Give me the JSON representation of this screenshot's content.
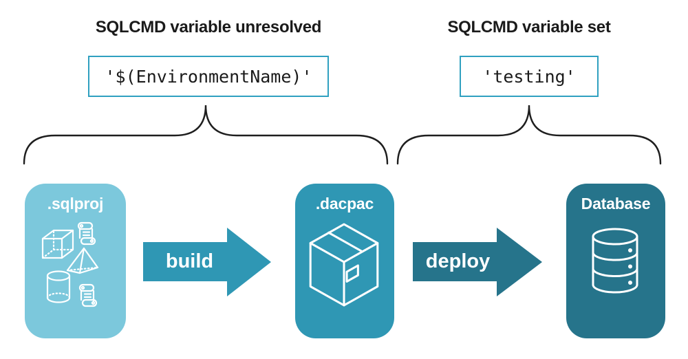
{
  "annotations": {
    "left": {
      "title": "SQLCMD variable unresolved",
      "code": "'$(EnvironmentName)'"
    },
    "right": {
      "title": "SQLCMD variable set",
      "code": "'testing'"
    }
  },
  "pipeline": {
    "stages": [
      {
        "label": ".sqlproj",
        "icon": "sql-project-objects-icon"
      },
      {
        "label": ".dacpac",
        "icon": "package-icon"
      },
      {
        "label": "Database",
        "icon": "database-icon"
      }
    ],
    "arrows": [
      {
        "label": "build"
      },
      {
        "label": "deploy"
      }
    ]
  },
  "colors": {
    "light_blue": "#7CC8DC",
    "teal": "#2F97B4",
    "dark_teal": "#26748B",
    "box_border": "#2FA0C0",
    "brace": "#1E1E1E",
    "text": "#1A1A1A"
  }
}
